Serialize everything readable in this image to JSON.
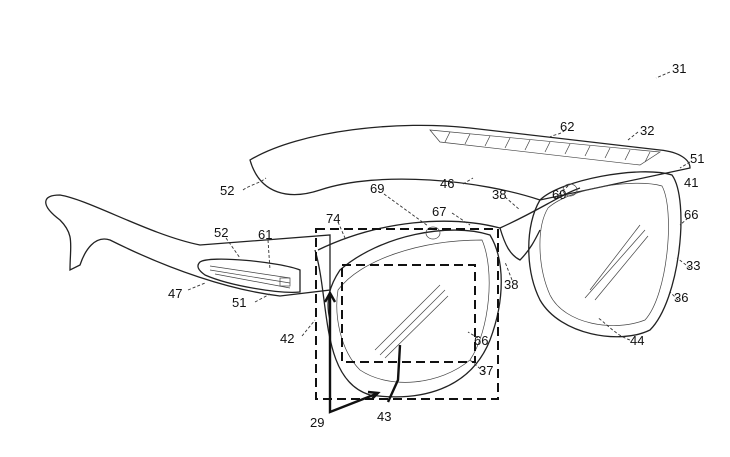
{
  "figure": {
    "reference_numerals": {
      "device": "31",
      "top_panel": "62",
      "frame": "32",
      "sensor_right": "51",
      "hinge_right": "41",
      "temple_right_end": "52",
      "temple_right": "46",
      "bridge": "38",
      "camera_left": "69",
      "camera_right": "69",
      "rim_right": "66",
      "lens_frame_right": "33",
      "rim_bottom_right": "36",
      "lens_right": "44",
      "field_box": "74",
      "nose_gap": "67",
      "temple_left_end": "52",
      "circuit": "61",
      "temple_left": "47",
      "sensor_left": "51",
      "nose_pad": "38",
      "hinge_left": "42",
      "rim_left": "66",
      "rim_bottom_left": "37",
      "axes": "29",
      "lens_left": "43"
    }
  }
}
